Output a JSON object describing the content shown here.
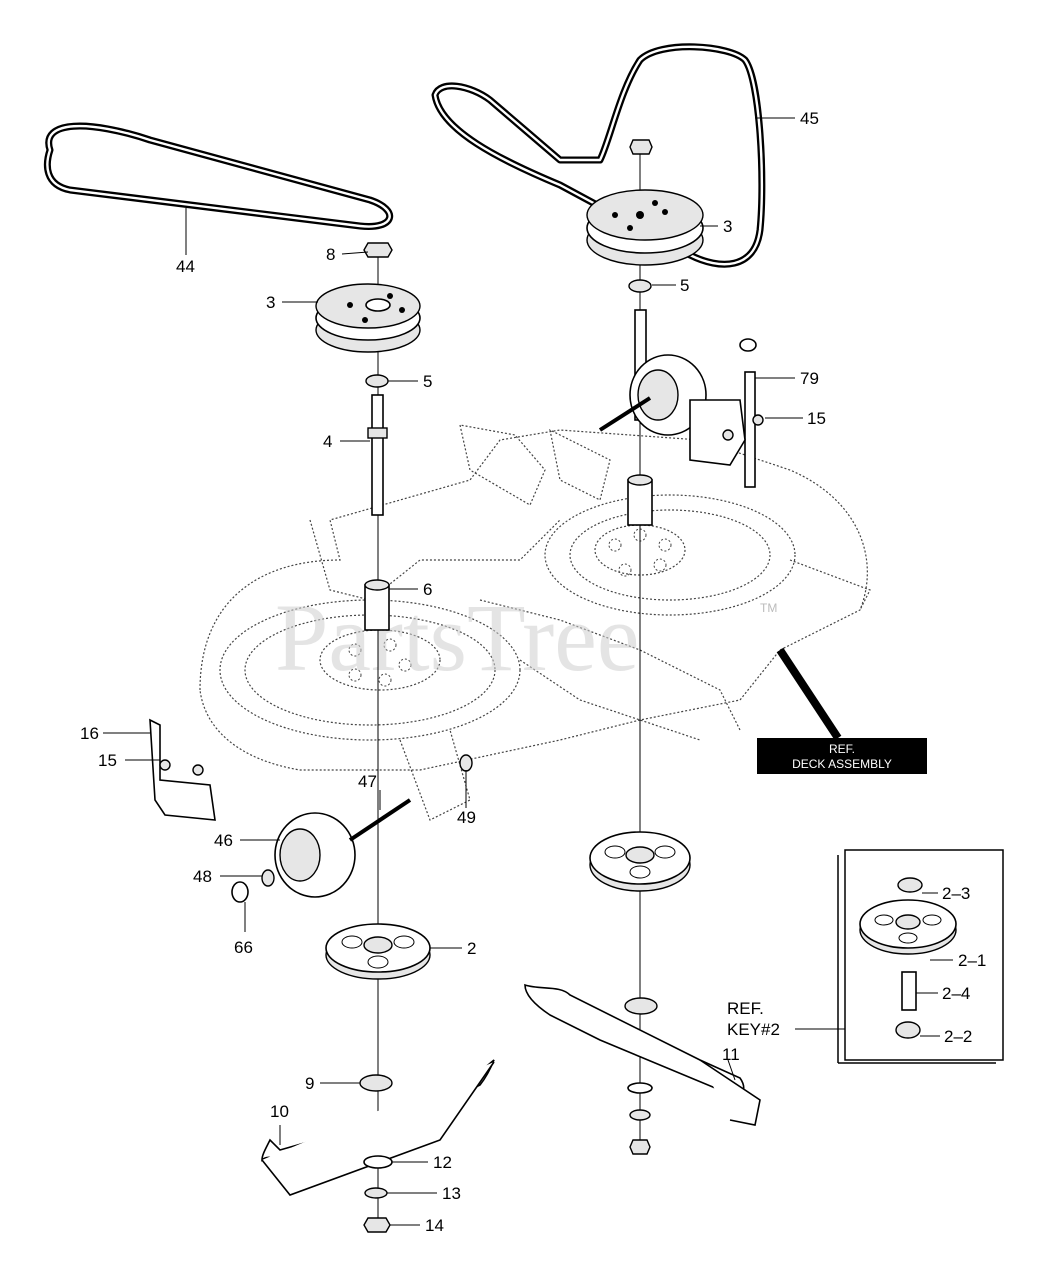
{
  "watermark": "PartsTree",
  "watermark_tm": "TM",
  "ref_deck": {
    "line1": "REF.",
    "line2": "DECK ASSEMBLY"
  },
  "ref_key": {
    "line1": "REF.",
    "line2": "KEY#2"
  },
  "labels": {
    "l44": "44",
    "l45": "45",
    "l8": "8",
    "l3_left": "3",
    "l3_right": "3",
    "l5_left": "5",
    "l5_right": "5",
    "l4": "4",
    "l6": "6",
    "l79": "79",
    "l15_right": "15",
    "l15_left": "15",
    "l16": "16",
    "l47": "47",
    "l49": "49",
    "l46": "46",
    "l48": "48",
    "l66": "66",
    "l2": "2",
    "l9": "9",
    "l10": "10",
    "l11": "11",
    "l12": "12",
    "l13": "13",
    "l14": "14",
    "l2_3": "2–3",
    "l2_1": "2–1",
    "l2_4": "2–4",
    "l2_2": "2–2"
  }
}
